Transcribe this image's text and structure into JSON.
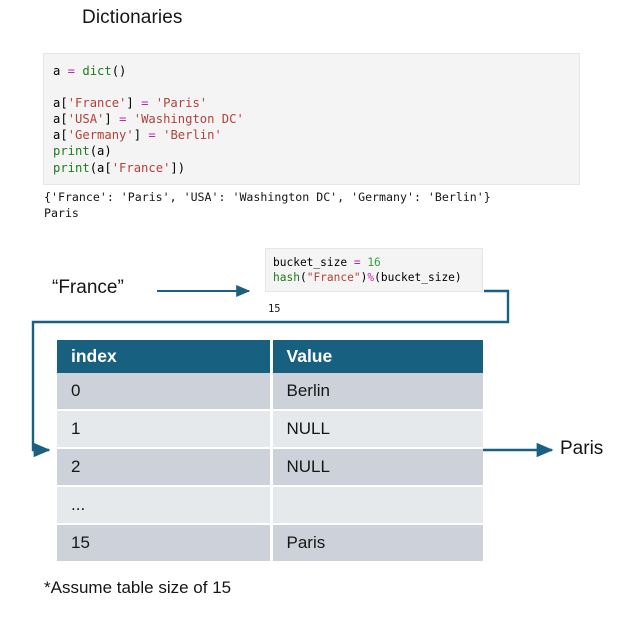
{
  "slide": {
    "title": "Dictionaries",
    "footnote": "*Assume table size of 15"
  },
  "code_dict": {
    "line1_var": "a",
    "line1_eq": " = ",
    "line1_fn": "dict",
    "line1_paren": "()",
    "line3_a": "a[",
    "line3_key": "'France'",
    "line3_close": "] ",
    "line3_eq": "=",
    "line3_val": " 'Paris'",
    "line4_a": "a[",
    "line4_key": "'USA'",
    "line4_close": "] ",
    "line4_eq": "=",
    "line4_val": " 'Washington DC'",
    "line5_a": "a[",
    "line5_key": "'Germany'",
    "line5_close": "] ",
    "line5_eq": "=",
    "line5_val": " 'Berlin'",
    "line6_fn": "print",
    "line6_args": "(a)",
    "line7_fn": "print",
    "line7_open": "(a[",
    "line7_key": "'France'",
    "line7_close": "])"
  },
  "console_dict": {
    "line1": "{'France': 'Paris', 'USA': 'Washington DC', 'Germany': 'Berlin'}",
    "line2": "Paris"
  },
  "code_hash": {
    "line1_var": "bucket_size ",
    "line1_eq": "=",
    "line1_num": " 16",
    "line2_fn": "hash",
    "line2_open": "(",
    "line2_str": "\"France\"",
    "line2_close": ")",
    "line2_mod": "%",
    "line2_tail": "(bucket_size)"
  },
  "console_hash": {
    "line1": "15"
  },
  "labels": {
    "france_key": "“France”",
    "paris_result": "Paris"
  },
  "table": {
    "headers": [
      "index",
      "Value"
    ],
    "rows": [
      {
        "index": "0",
        "value": "Berlin"
      },
      {
        "index": "1",
        "value": "NULL"
      },
      {
        "index": "2",
        "value": "NULL"
      },
      {
        "index": "...",
        "value": ""
      },
      {
        "index": "15",
        "value": "Paris"
      }
    ]
  },
  "colors": {
    "header_bg": "#17607f",
    "row_odd": "#cdd2da",
    "row_even": "#e5e9ec",
    "arrow": "#1a6080",
    "code_bg": "#f4f4f4",
    "string": "#b5403a",
    "keyword": "#c026a6",
    "function": "#1f7a1f",
    "number": "#3aa03a"
  },
  "icons": {
    "arrow_key_to_hash": "arrow-right-icon",
    "arrow_hash_to_table": "elbow-arrow-icon",
    "arrow_table_to_result": "arrow-right-icon"
  }
}
